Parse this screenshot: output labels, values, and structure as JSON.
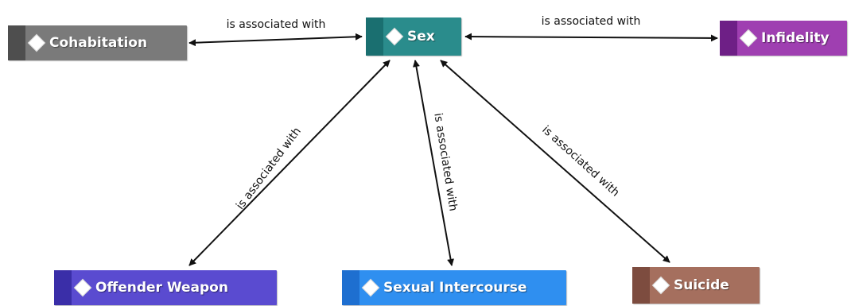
{
  "diagram": {
    "nodes": [
      {
        "id": "sex",
        "label": "Sex",
        "color": "#2a8c8c",
        "stripe": "#1a6f70"
      },
      {
        "id": "cohabitation",
        "label": "Cohabitation",
        "color": "#7a7a7a",
        "stripe": "#4e4e4e"
      },
      {
        "id": "infidelity",
        "label": "Infidelity",
        "color": "#9f3fb1",
        "stripe": "#6e1f86"
      },
      {
        "id": "offender_weapon",
        "label": "Offender Weapon",
        "color": "#5a4bd0",
        "stripe": "#3a2ea8"
      },
      {
        "id": "sexual_intercourse",
        "label": "Sexual Intercourse",
        "color": "#2f8ff0",
        "stripe": "#1e6fd0"
      },
      {
        "id": "suicide",
        "label": "Suicide",
        "color": "#a56f5e",
        "stripe": "#7d4c3f"
      }
    ],
    "edges": [
      {
        "from": "sex",
        "to": "cohabitation",
        "label": "is associated with"
      },
      {
        "from": "sex",
        "to": "infidelity",
        "label": "is associated with"
      },
      {
        "from": "sex",
        "to": "offender_weapon",
        "label": "is associated with"
      },
      {
        "from": "sex",
        "to": "sexual_intercourse",
        "label": "is associated with"
      },
      {
        "from": "sex",
        "to": "suicide",
        "label": "is associated with"
      }
    ]
  }
}
